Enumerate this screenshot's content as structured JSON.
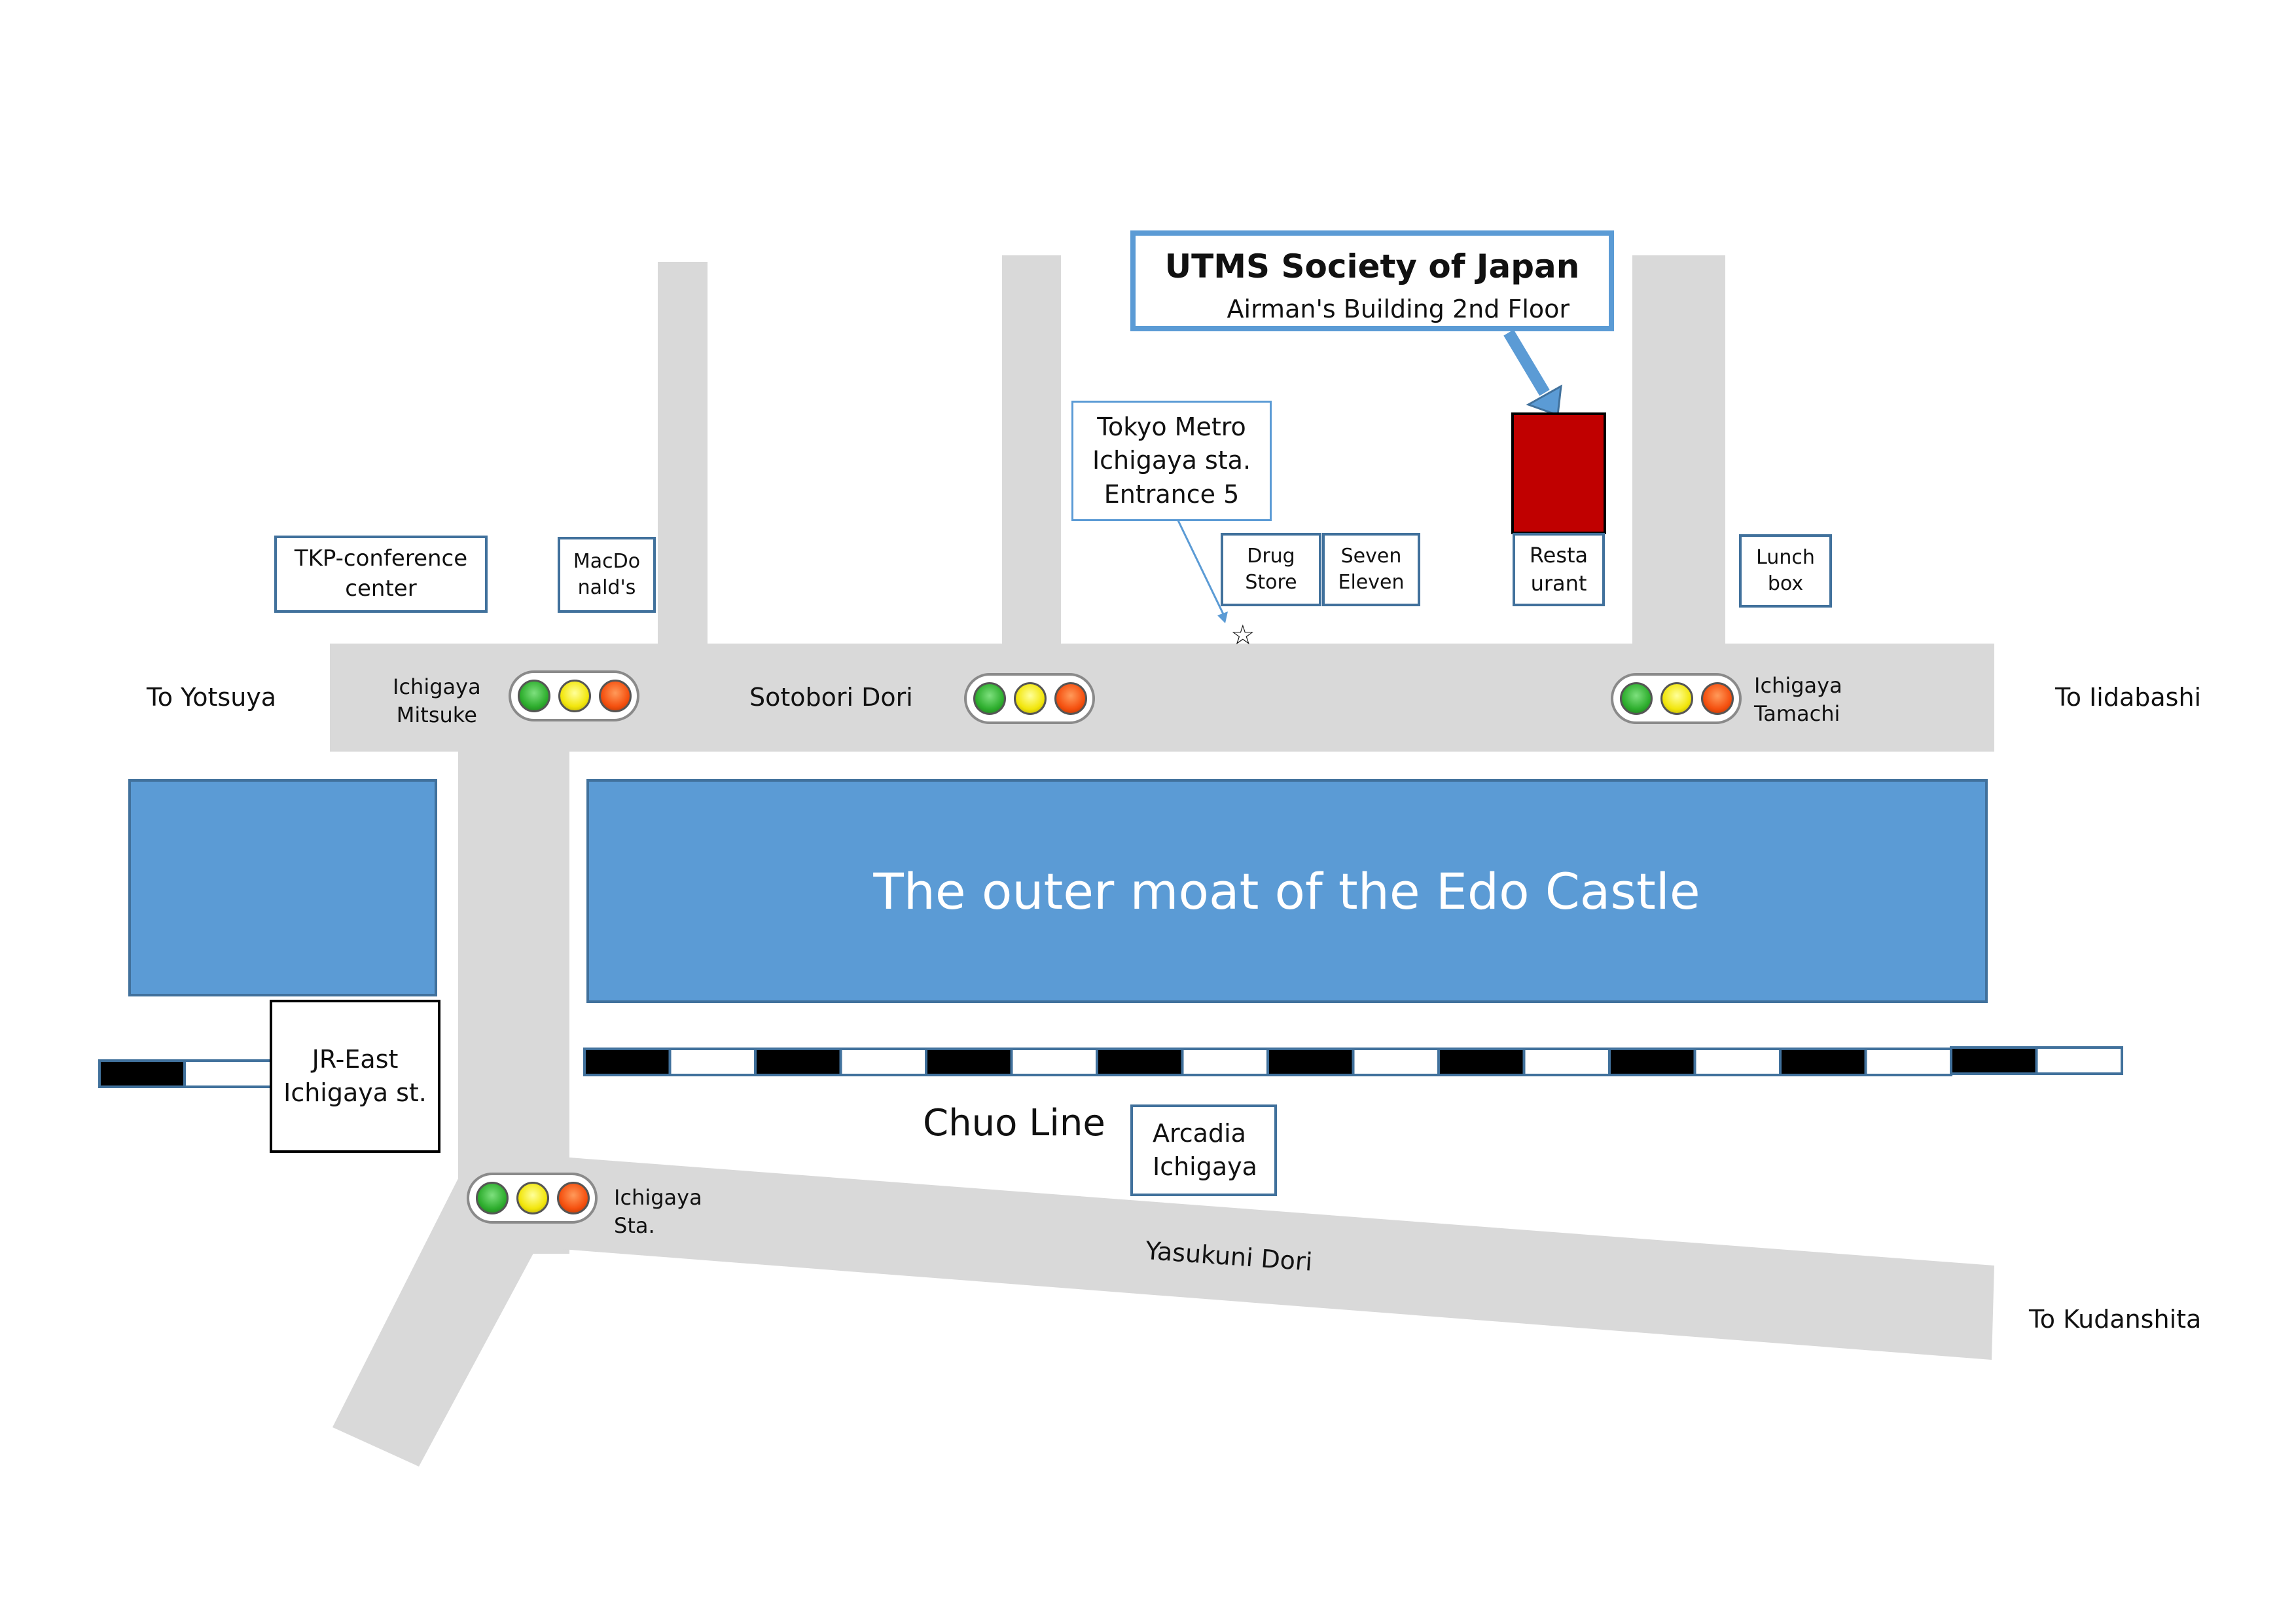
{
  "callout": {
    "title": "UTMS Society of Japan",
    "subtitle": "Airman's Building 2nd Floor"
  },
  "metro_callout": "Tokyo Metro\nIchigaya sta.\nEntrance 5",
  "places": {
    "tkp": "TKP-conference\ncenter",
    "macdonalds": "MacDo\nnald's",
    "drug_store": "Drug\nStore",
    "seven_eleven": "Seven\nEleven",
    "restaurant": "Resta\nurant",
    "lunch_box": "Lunch\nbox",
    "jr_east": "JR-East\nIchigaya st.",
    "arcadia": "Arcadia\nIchigaya"
  },
  "streets": {
    "sotobori": "Sotobori Dori",
    "yasukuni": "Yasukuni Dori",
    "chuo": "Chuo Line"
  },
  "intersections": {
    "mitsuke": "Ichigaya\nMitsuke",
    "tamachi": "Ichigaya\nTamachi",
    "sta": "Ichigaya\nSta."
  },
  "directions": {
    "yotsuya": "To Yotsuya",
    "iidabashi": "To Iidabashi",
    "kudanshita": "To Kudanshita"
  },
  "moat_label": "The outer moat of the Edo Castle",
  "entrance_marker": "☆",
  "colors": {
    "road": "#d9d9d9",
    "water": "#5b9bd5",
    "building": "#c00000",
    "box_border": "#41719C"
  }
}
